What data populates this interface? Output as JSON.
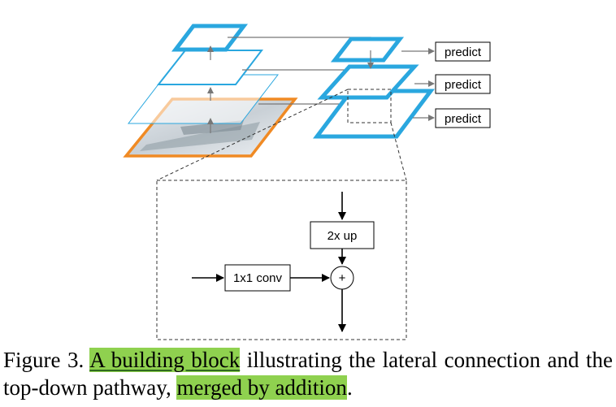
{
  "figure": {
    "predict_labels": [
      "predict",
      "predict",
      "predict"
    ],
    "block": {
      "upsample_label": "2x up",
      "lateral_label": "1x1 conv",
      "add_symbol": "+"
    },
    "colors": {
      "pyramid_blue": "#2aa7df",
      "image_orange": "#f08a24",
      "arrow_gray": "#777777"
    }
  },
  "caption": {
    "prefix": "Figure 3. ",
    "highlight_1": "A building block",
    "middle": " illustrating the lateral connection and the top-down pathway, ",
    "highlight_2": "merged by addition",
    "suffix": "."
  }
}
